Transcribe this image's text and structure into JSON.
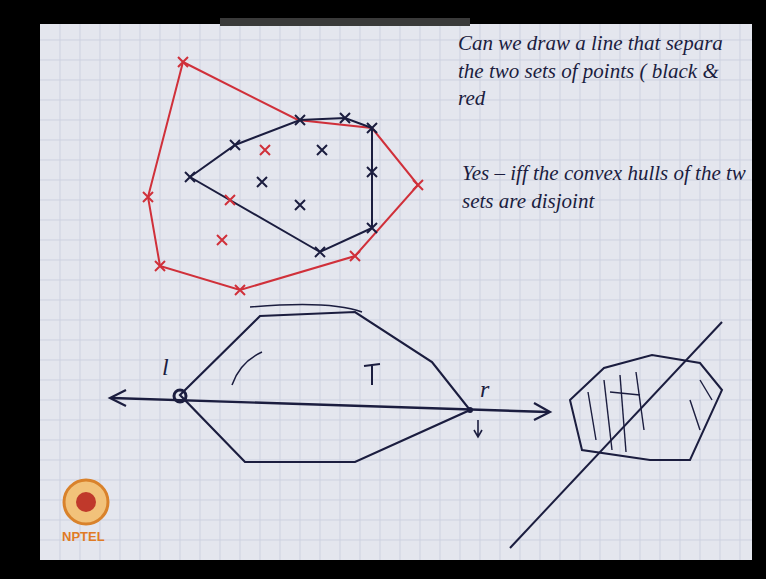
{
  "diagram": {
    "labels": [
      "Can we draw a line that separa the two sets of points ( black & red",
      "Yes – iff the convex hulls of the tw sets are disjoint",
      "l",
      "r",
      "NPTEL"
    ]
  }
}
